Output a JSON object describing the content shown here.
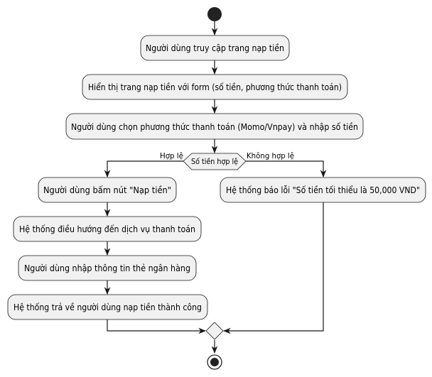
{
  "colors": {
    "node_fill": "#f1f1f1",
    "node_stroke": "#181818",
    "edge": "#181818",
    "background": "#ffffff"
  },
  "steps": {
    "access_page": "Người dùng truy cập trang nạp tiền",
    "show_form": "Hiển thị trang nạp tiền với form (số tiền, phương thức thanh toán)",
    "choose_method": "Người dùng chọn phương thức thanh toán (Momo/Vnpay) và nhập số tiền",
    "decision": "Số tiền hợp lệ",
    "branch_valid": "Hợp lệ",
    "branch_invalid": "Không hợp lệ",
    "click_button": "Người dùng bấm nút \"Nạp tiền\"",
    "redirect": "Hệ thống điều hướng đến dịch vụ thanh toán",
    "enter_card": "Người dùng nhập thông tin thẻ ngân hàng",
    "return_success": "Hệ thống trả về người dùng nạp tiền thành công",
    "error_message": "Hệ thống báo lỗi \"Số tiền tối thiểu là 50,000 VND\""
  }
}
